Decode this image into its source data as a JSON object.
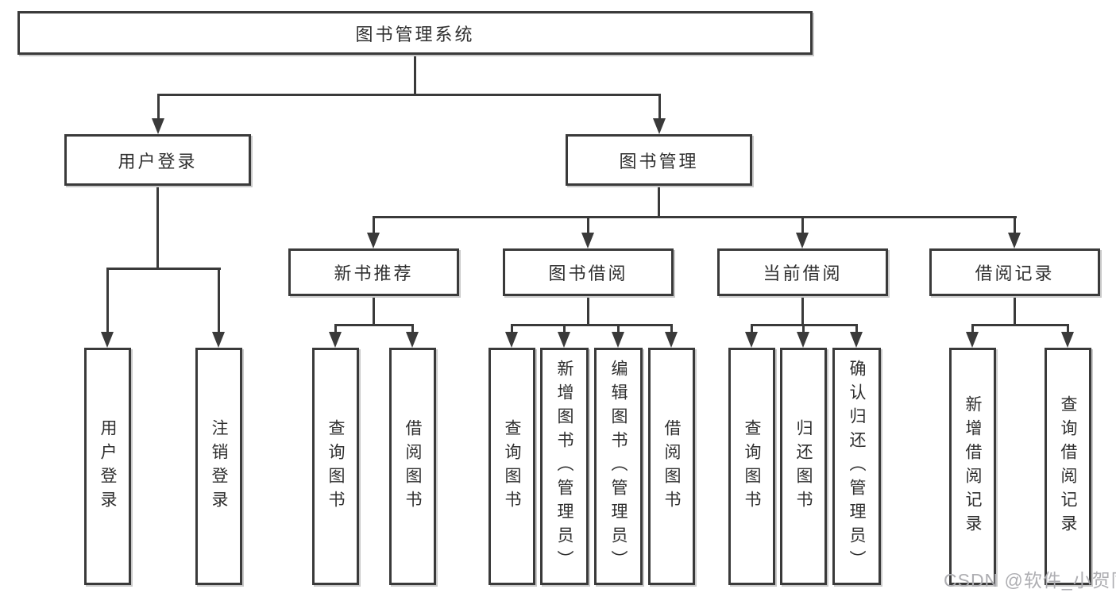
{
  "diagram": {
    "root": {
      "label": "图书管理系统"
    },
    "branches": [
      {
        "label": "用户登录",
        "children": [
          {
            "label": "用户登录"
          },
          {
            "label": "注销登录"
          }
        ]
      },
      {
        "label": "图书管理",
        "children": [
          {
            "label": "新书推荐",
            "children": [
              {
                "label": "查询图书"
              },
              {
                "label": "借阅图书"
              }
            ]
          },
          {
            "label": "图书借阅",
            "children": [
              {
                "label": "查询图书"
              },
              {
                "label": "新增图书（管理员）"
              },
              {
                "label": "编辑图书（管理员）"
              },
              {
                "label": "借阅图书"
              }
            ]
          },
          {
            "label": "当前借阅",
            "children": [
              {
                "label": "查询图书"
              },
              {
                "label": "归还图书"
              },
              {
                "label": "确认归还（管理员）"
              }
            ]
          },
          {
            "label": "借阅记录",
            "children": [
              {
                "label": "新增借阅记录"
              },
              {
                "label": "查询借阅记录"
              }
            ]
          }
        ]
      }
    ]
  },
  "watermark": {
    "text": "CSDN @软件_小贺同学"
  },
  "colors": {
    "line": "#3a3a3a",
    "text": "#2f2f2f",
    "background": "#ffffff",
    "watermark": "#aeaeb2"
  }
}
